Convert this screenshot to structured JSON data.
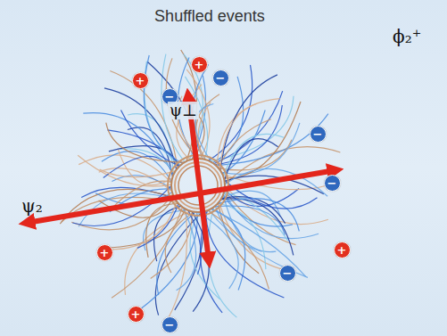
{
  "diagram": {
    "title": "Shuffled events",
    "nodes": [
      {
        "text": [
          "+"
        ]
      },
      {
        "text": [
          "−"
        ]
      },
      {
        "text": [
          "+"
        ]
      },
      {
        "text": [
          "−"
        ]
      },
      {
        "text": [
          "−"
        ]
      },
      {
        "text": [
          "−"
        ]
      },
      {
        "text": [
          "+"
        ]
      },
      {
        "text": [
          "+"
        ]
      },
      {
        "text": [
          "−"
        ]
      },
      {
        "text": [
          "−"
        ]
      },
      {
        "text": [
          "+"
        ]
      }
    ],
    "labels": [
      "ψ⊥",
      "ψ₂",
      "ϕ₂⁺"
    ]
  }
}
